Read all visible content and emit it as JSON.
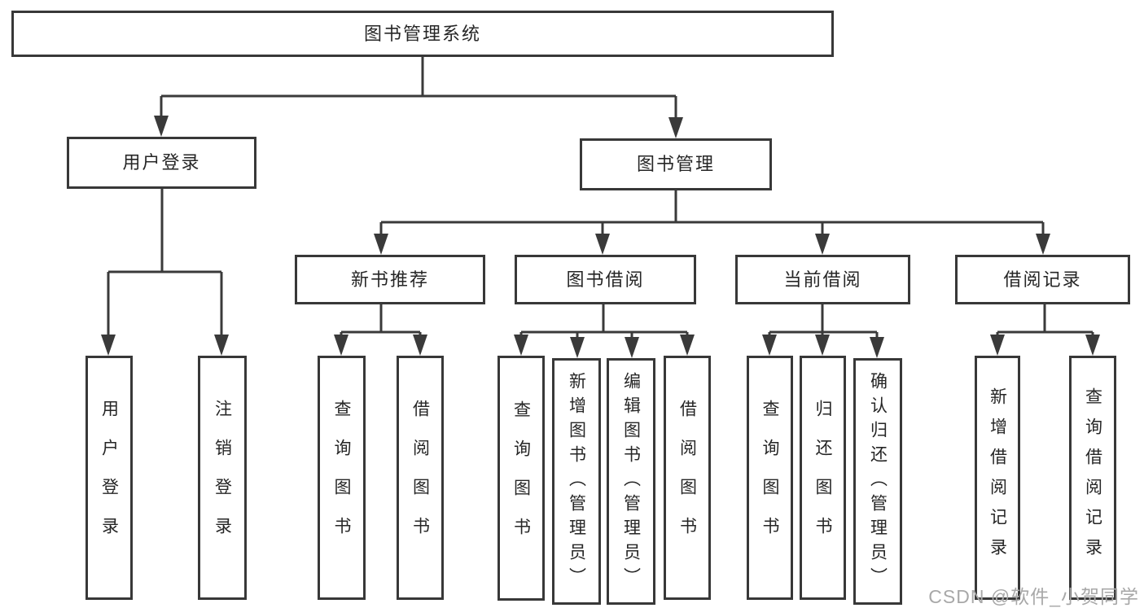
{
  "tree": {
    "root": {
      "label": "图书管理系统"
    },
    "level2": [
      {
        "label": "用户登录",
        "children": [
          {
            "label": "用户登录"
          },
          {
            "label": "注销登录"
          }
        ]
      },
      {
        "label": "图书管理",
        "children": [
          {
            "label": "新书推荐",
            "children": [
              {
                "label": "查询图书"
              },
              {
                "label": "借阅图书"
              }
            ]
          },
          {
            "label": "图书借阅",
            "children": [
              {
                "label": "查询图书"
              },
              {
                "label": "新增图书（管理员）"
              },
              {
                "label": "编辑图书（管理员）"
              },
              {
                "label": "借阅图书"
              }
            ]
          },
          {
            "label": "当前借阅",
            "children": [
              {
                "label": "查询图书"
              },
              {
                "label": "归还图书"
              },
              {
                "label": "确认归还（管理员）"
              }
            ]
          },
          {
            "label": "借阅记录",
            "children": [
              {
                "label": "新增借阅记录"
              },
              {
                "label": "查询借阅记录"
              }
            ]
          }
        ]
      }
    ]
  },
  "watermark": {
    "text": "CSDN @软件_小贺同学"
  },
  "colors": {
    "line": "#3a3a3a",
    "box_border": "#383838",
    "text": "#262626",
    "watermark": "#a8a8a8",
    "background": "#ffffff"
  }
}
